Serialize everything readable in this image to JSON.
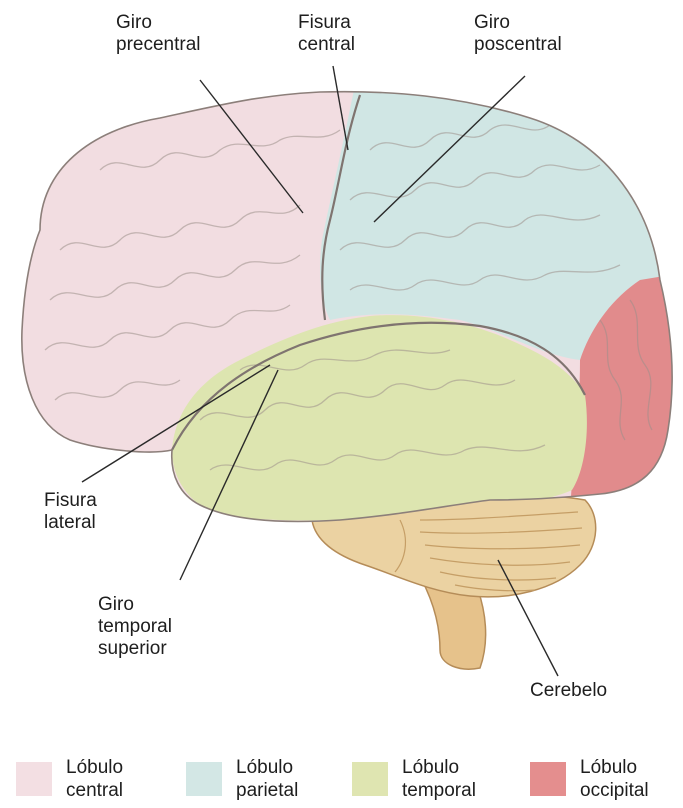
{
  "labels": {
    "giro_precentral": [
      "Giro",
      "precentral"
    ],
    "fisura_central": [
      "Fisura",
      "central"
    ],
    "giro_poscentral": [
      "Giro",
      "poscentral"
    ],
    "fisura_lateral": [
      "Fisura",
      "lateral"
    ],
    "giro_temporal_superior": [
      "Giro",
      "temporal",
      "superior"
    ],
    "cerebelo": "Cerebelo"
  },
  "legend": [
    {
      "line1": "Lóbulo",
      "line2": "central",
      "color": "#f3dfe3"
    },
    {
      "line1": "Lóbulo",
      "line2": "parietal",
      "color": "#d3e7e5"
    },
    {
      "line1": "Lóbulo",
      "line2": "temporal",
      "color": "#dfe5b1"
    },
    {
      "line1": "Lóbulo",
      "line2": "occipital",
      "color": "#e48e8e"
    }
  ],
  "colors": {
    "central": "#f2dde1",
    "parietal": "#d0e6e4",
    "temporal": "#dde5b0",
    "occipital": "#e18b8c",
    "cerebelo": "#ecd3a4",
    "brainstem": "#e8c58e",
    "sulcus": "#8c7f7a",
    "leader": "#2a2a2a"
  }
}
